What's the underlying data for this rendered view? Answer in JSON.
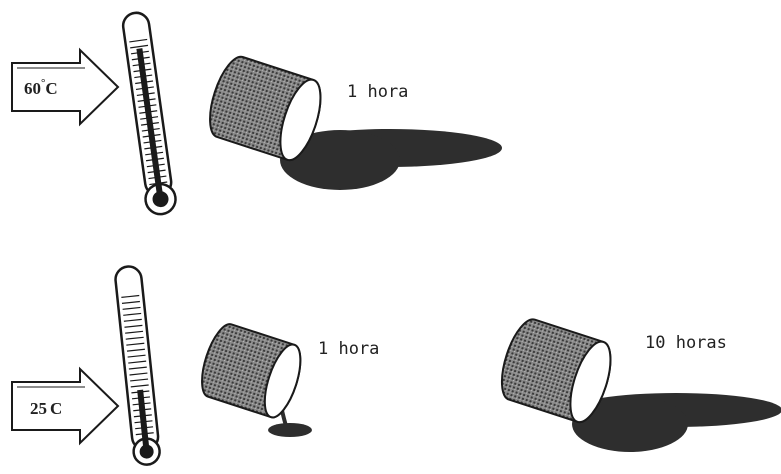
{
  "scenarios": [
    {
      "temperature": "60",
      "temperature_unit": "C",
      "temperature_degree_mark": "°",
      "mercury_level": 0.85,
      "pours": [
        {
          "duration": "1 hora",
          "spill": "large"
        }
      ]
    },
    {
      "temperature": "25",
      "temperature_unit": "C",
      "temperature_degree_mark": "",
      "mercury_level": 0.35,
      "pours": [
        {
          "duration": "1 hora",
          "spill": "small"
        },
        {
          "duration": "10 horas",
          "spill": "large"
        }
      ]
    }
  ],
  "colors": {
    "ink": "#1a1a1a",
    "spill": "#2e2e2e",
    "can_texture": "#6a6a6a",
    "background": "#ffffff"
  }
}
